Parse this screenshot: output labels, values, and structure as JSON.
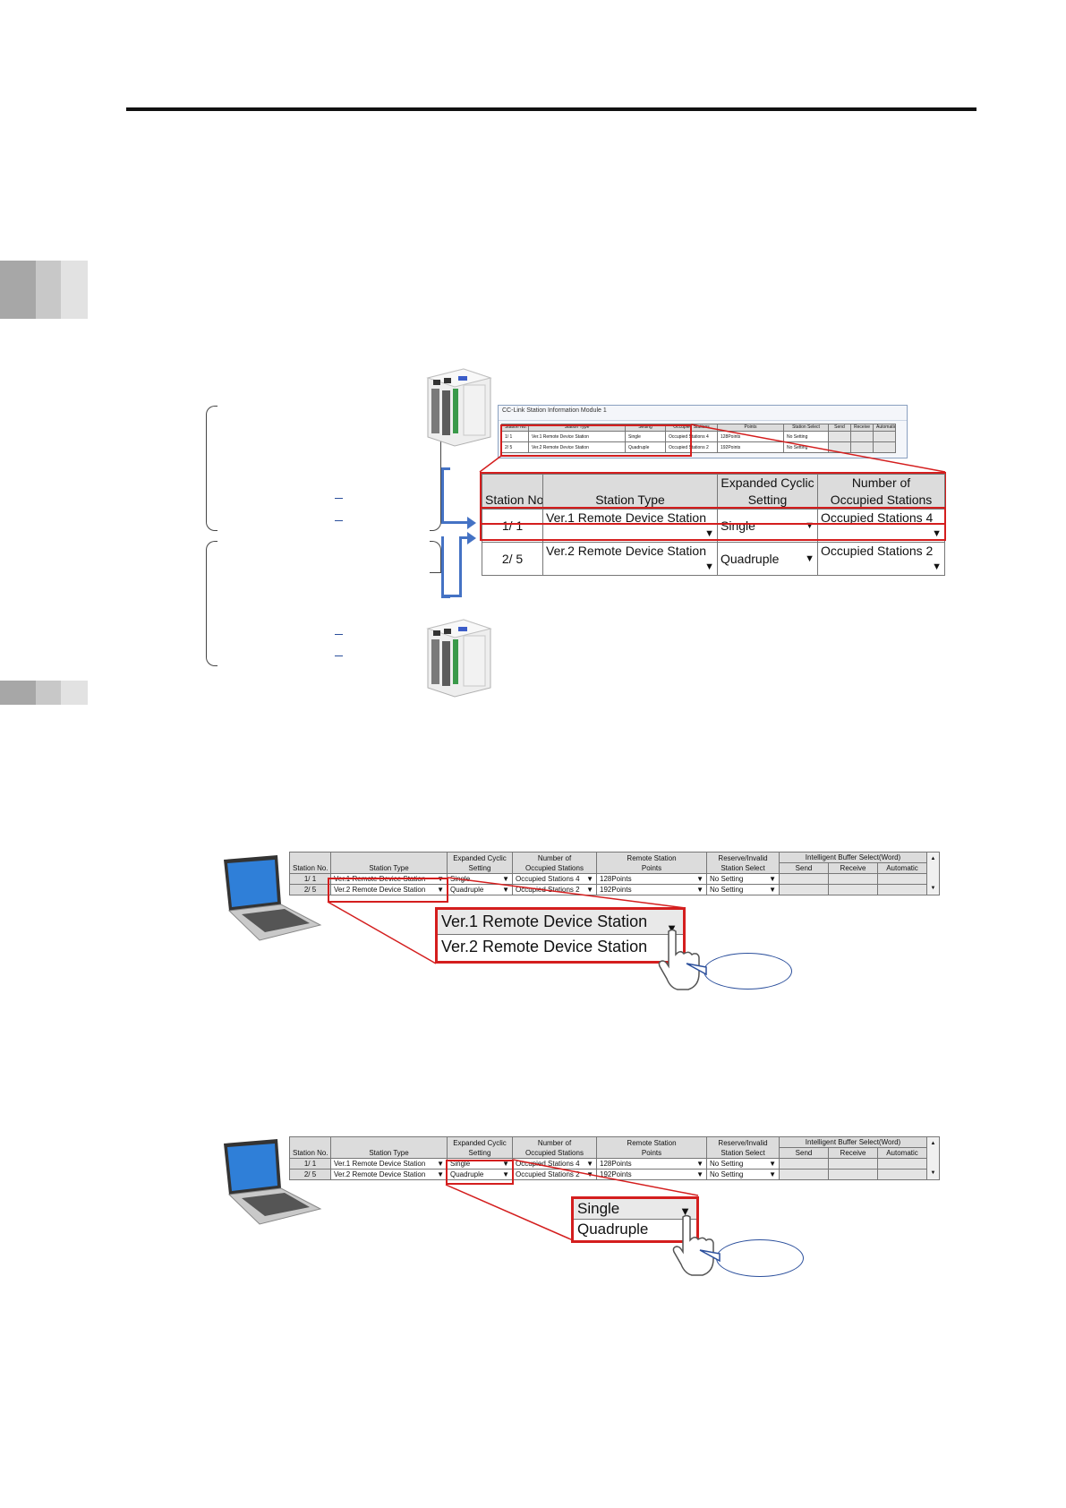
{
  "colors": {
    "highlight": "#d41e1e",
    "connector": "#4472c4",
    "header_fill": "#dcdcdc",
    "tab_gray": "#a7a7a7"
  },
  "window_title": "CC-Link Station Information Module 1",
  "headers": {
    "station_no": "Station No.",
    "station_type": "Station Type",
    "expanded_cyclic_1": "Expanded Cyclic",
    "expanded_cyclic_2": "Setting",
    "occupied_1": "Number of",
    "occupied_2": "Occupied Stations",
    "remote_points_1": "Remote Station",
    "remote_points_2": "Points",
    "reserve_1": "Reserve/Invalid",
    "reserve_2": "Station Select",
    "buffer": "Intelligent Buffer Select(Word)",
    "send": "Send",
    "receive": "Receive",
    "automatic": "Automatic"
  },
  "rows": [
    {
      "station_no": "1/ 1",
      "station_type": "Ver.1 Remote Device Station",
      "expanded_cyclic": "Single",
      "occupied": "Occupied Stations 4",
      "remote_points": "128Points",
      "reserve": "No Setting"
    },
    {
      "station_no": "2/ 5",
      "station_type": "Ver.2 Remote Device Station",
      "expanded_cyclic": "Quadruple",
      "occupied": "Occupied Stations 2",
      "remote_points": "192Points",
      "reserve": "No Setting"
    }
  ],
  "zoom1": {
    "option_1": "Ver.1 Remote Device Station",
    "option_2": "Ver.2 Remote Device Station"
  },
  "zoom2": {
    "option_1": "Single",
    "option_2": "Quadruple"
  },
  "icons": {
    "dropdown": "dropdown-arrow-icon",
    "cursor": "hand-pointer-icon",
    "device": "controller-module-icon",
    "laptop": "laptop-icon"
  }
}
